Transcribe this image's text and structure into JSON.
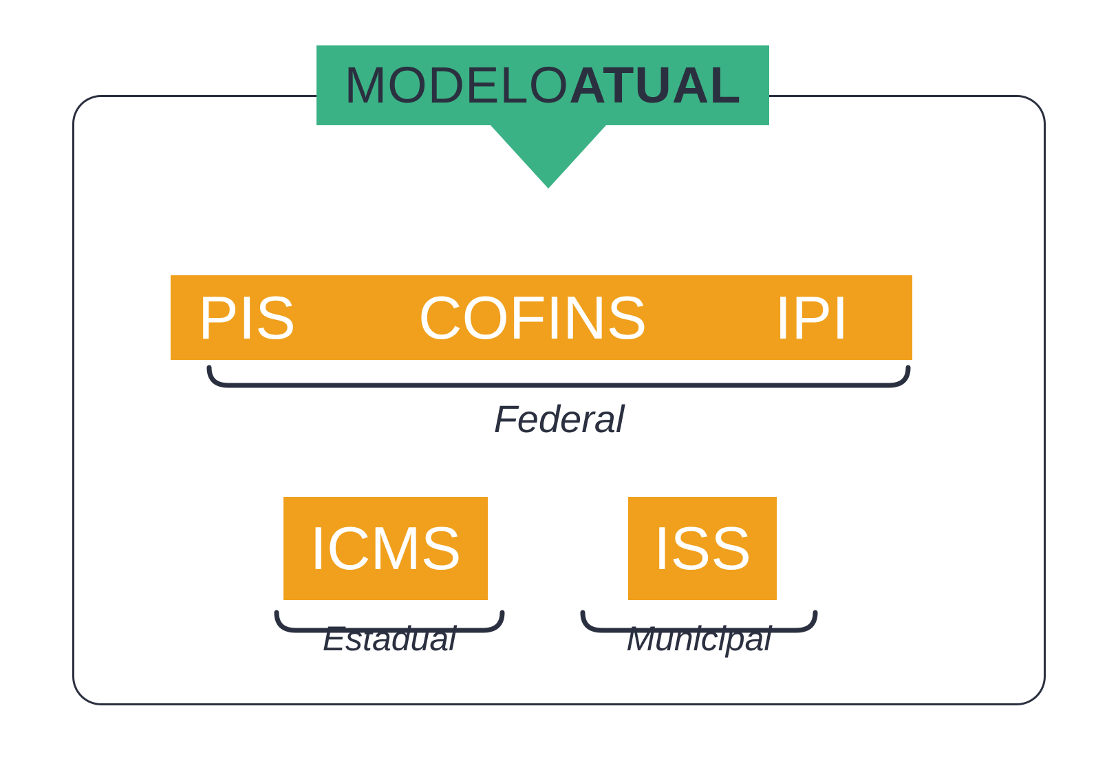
{
  "diagram": {
    "type": "tax-model-diagram",
    "header": {
      "title_regular": "MODELO",
      "title_bold": "ATUAL",
      "background_color": "#3BB285",
      "text_color": "#2B3040",
      "arrow_icon": "triangle-down-icon"
    },
    "colors": {
      "green": "#3BB285",
      "orange": "#F0A01C",
      "navy": "#2B3040",
      "white": "#FFFFFF",
      "page_background": "#FFFFFF"
    },
    "groups": [
      {
        "id": "federal",
        "caption": "Federal",
        "taxes": [
          {
            "id": "pis",
            "label": "PIS"
          },
          {
            "id": "cofins",
            "label": "COFINS"
          },
          {
            "id": "ipi",
            "label": "IPI"
          }
        ]
      },
      {
        "id": "estadual",
        "caption": "Estadual",
        "taxes": [
          {
            "id": "icms",
            "label": "ICMS"
          }
        ]
      },
      {
        "id": "municipal",
        "caption": "Municipal",
        "taxes": [
          {
            "id": "iss",
            "label": "ISS"
          }
        ]
      }
    ]
  }
}
